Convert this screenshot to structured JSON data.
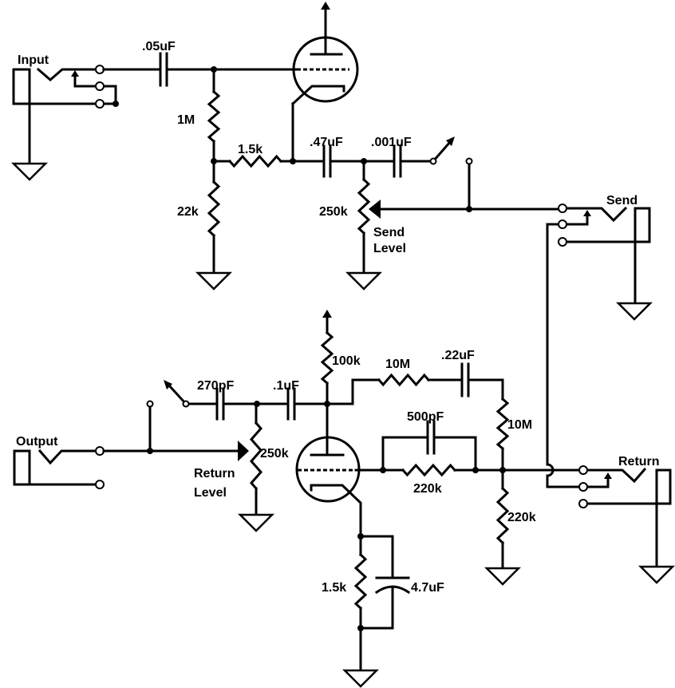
{
  "colors": {
    "wire": "#000000",
    "background": "#ffffff"
  },
  "input_stage": {
    "jack_label": "Input",
    "coupling_cap": ".05uF",
    "grid_resistor": "1M",
    "bias_resistor": "22k",
    "cathode_resistor": "1.5k",
    "output_cap": ".47uF",
    "switch_cap": ".001uF",
    "pot_value": "250k",
    "pot_label_line1": "Send",
    "pot_label_line2": "Level",
    "send_jack_label": "Send"
  },
  "return_stage": {
    "plate_resistor": "100k",
    "feedback_resistor": "10M",
    "feedback_cap": ".22uF",
    "switch_cap": "270pF",
    "coupling_cap": ".1uF",
    "grid_cap": "500pF",
    "divider_resistor_top": "10M",
    "output_jack_label": "Output",
    "pot_value": "250k",
    "pot_label_line1": "Return",
    "pot_label_line2": "Level",
    "grid_resistor": "220k",
    "return_jack_label": "Return",
    "divider_resistor_bottom": "220k",
    "cathode_resistor": "1.5k",
    "cathode_cap": "4.7uF"
  }
}
